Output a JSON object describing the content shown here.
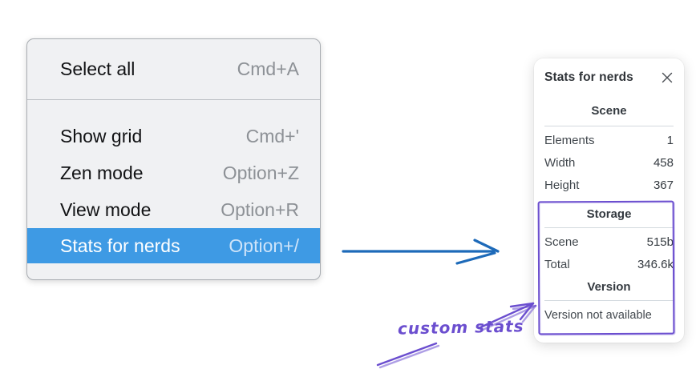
{
  "context_menu": {
    "sections": [
      {
        "items": [
          {
            "label": "Select all",
            "shortcut": "Cmd+A",
            "highlighted": false
          }
        ]
      },
      {
        "items": [
          {
            "label": "Show grid",
            "shortcut": "Cmd+'",
            "highlighted": false
          },
          {
            "label": "Zen mode",
            "shortcut": "Option+Z",
            "highlighted": false
          },
          {
            "label": "View mode",
            "shortcut": "Option+R",
            "highlighted": false
          },
          {
            "label": "Stats for nerds",
            "shortcut": "Option+/",
            "highlighted": true
          }
        ]
      }
    ]
  },
  "stats_panel": {
    "title": "Stats for nerds",
    "scene_section": {
      "heading": "Scene",
      "rows": [
        {
          "label": "Elements",
          "value": "1"
        },
        {
          "label": "Width",
          "value": "458"
        },
        {
          "label": "Height",
          "value": "367"
        }
      ]
    },
    "storage_section": {
      "heading": "Storage",
      "rows": [
        {
          "label": "Scene",
          "value": "515b"
        },
        {
          "label": "Total",
          "value": "346.6k"
        }
      ]
    },
    "version_section": {
      "heading": "Version",
      "note": "Version not available"
    }
  },
  "annotation": {
    "label": "custom stats"
  },
  "colors": {
    "menu_background": "#f0f1f3",
    "menu_highlight_blue": "#3e9ae4",
    "pointer_arrow_blue": "#1d6ab9",
    "annotation_purple": "#6b4ecf"
  }
}
